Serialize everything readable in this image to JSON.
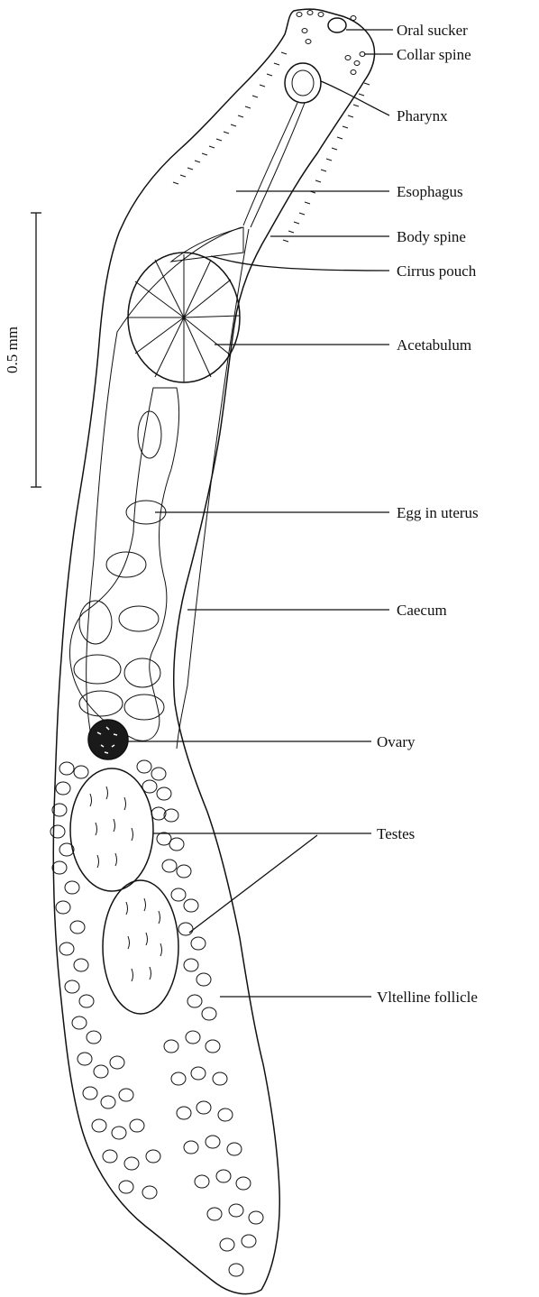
{
  "scale_bar": {
    "label": "0.5 mm"
  },
  "labels": [
    {
      "key": "oral-sucker",
      "text": "Oral sucker"
    },
    {
      "key": "collar-spine",
      "text": "Collar spine"
    },
    {
      "key": "pharynx",
      "text": "Pharynx"
    },
    {
      "key": "esophagus",
      "text": "Esophagus"
    },
    {
      "key": "body-spine",
      "text": "Body spine"
    },
    {
      "key": "cirrus-pouch",
      "text": "Cirrus pouch"
    },
    {
      "key": "acetabulum",
      "text": "Acetabulum"
    },
    {
      "key": "egg-in-uterus",
      "text": "Egg in uterus"
    },
    {
      "key": "caecum",
      "text": "Caecum"
    },
    {
      "key": "ovary",
      "text": "Ovary"
    },
    {
      "key": "testes",
      "text": "Testes"
    },
    {
      "key": "vitelline-follicle",
      "text": "Vltelline follicle"
    }
  ]
}
